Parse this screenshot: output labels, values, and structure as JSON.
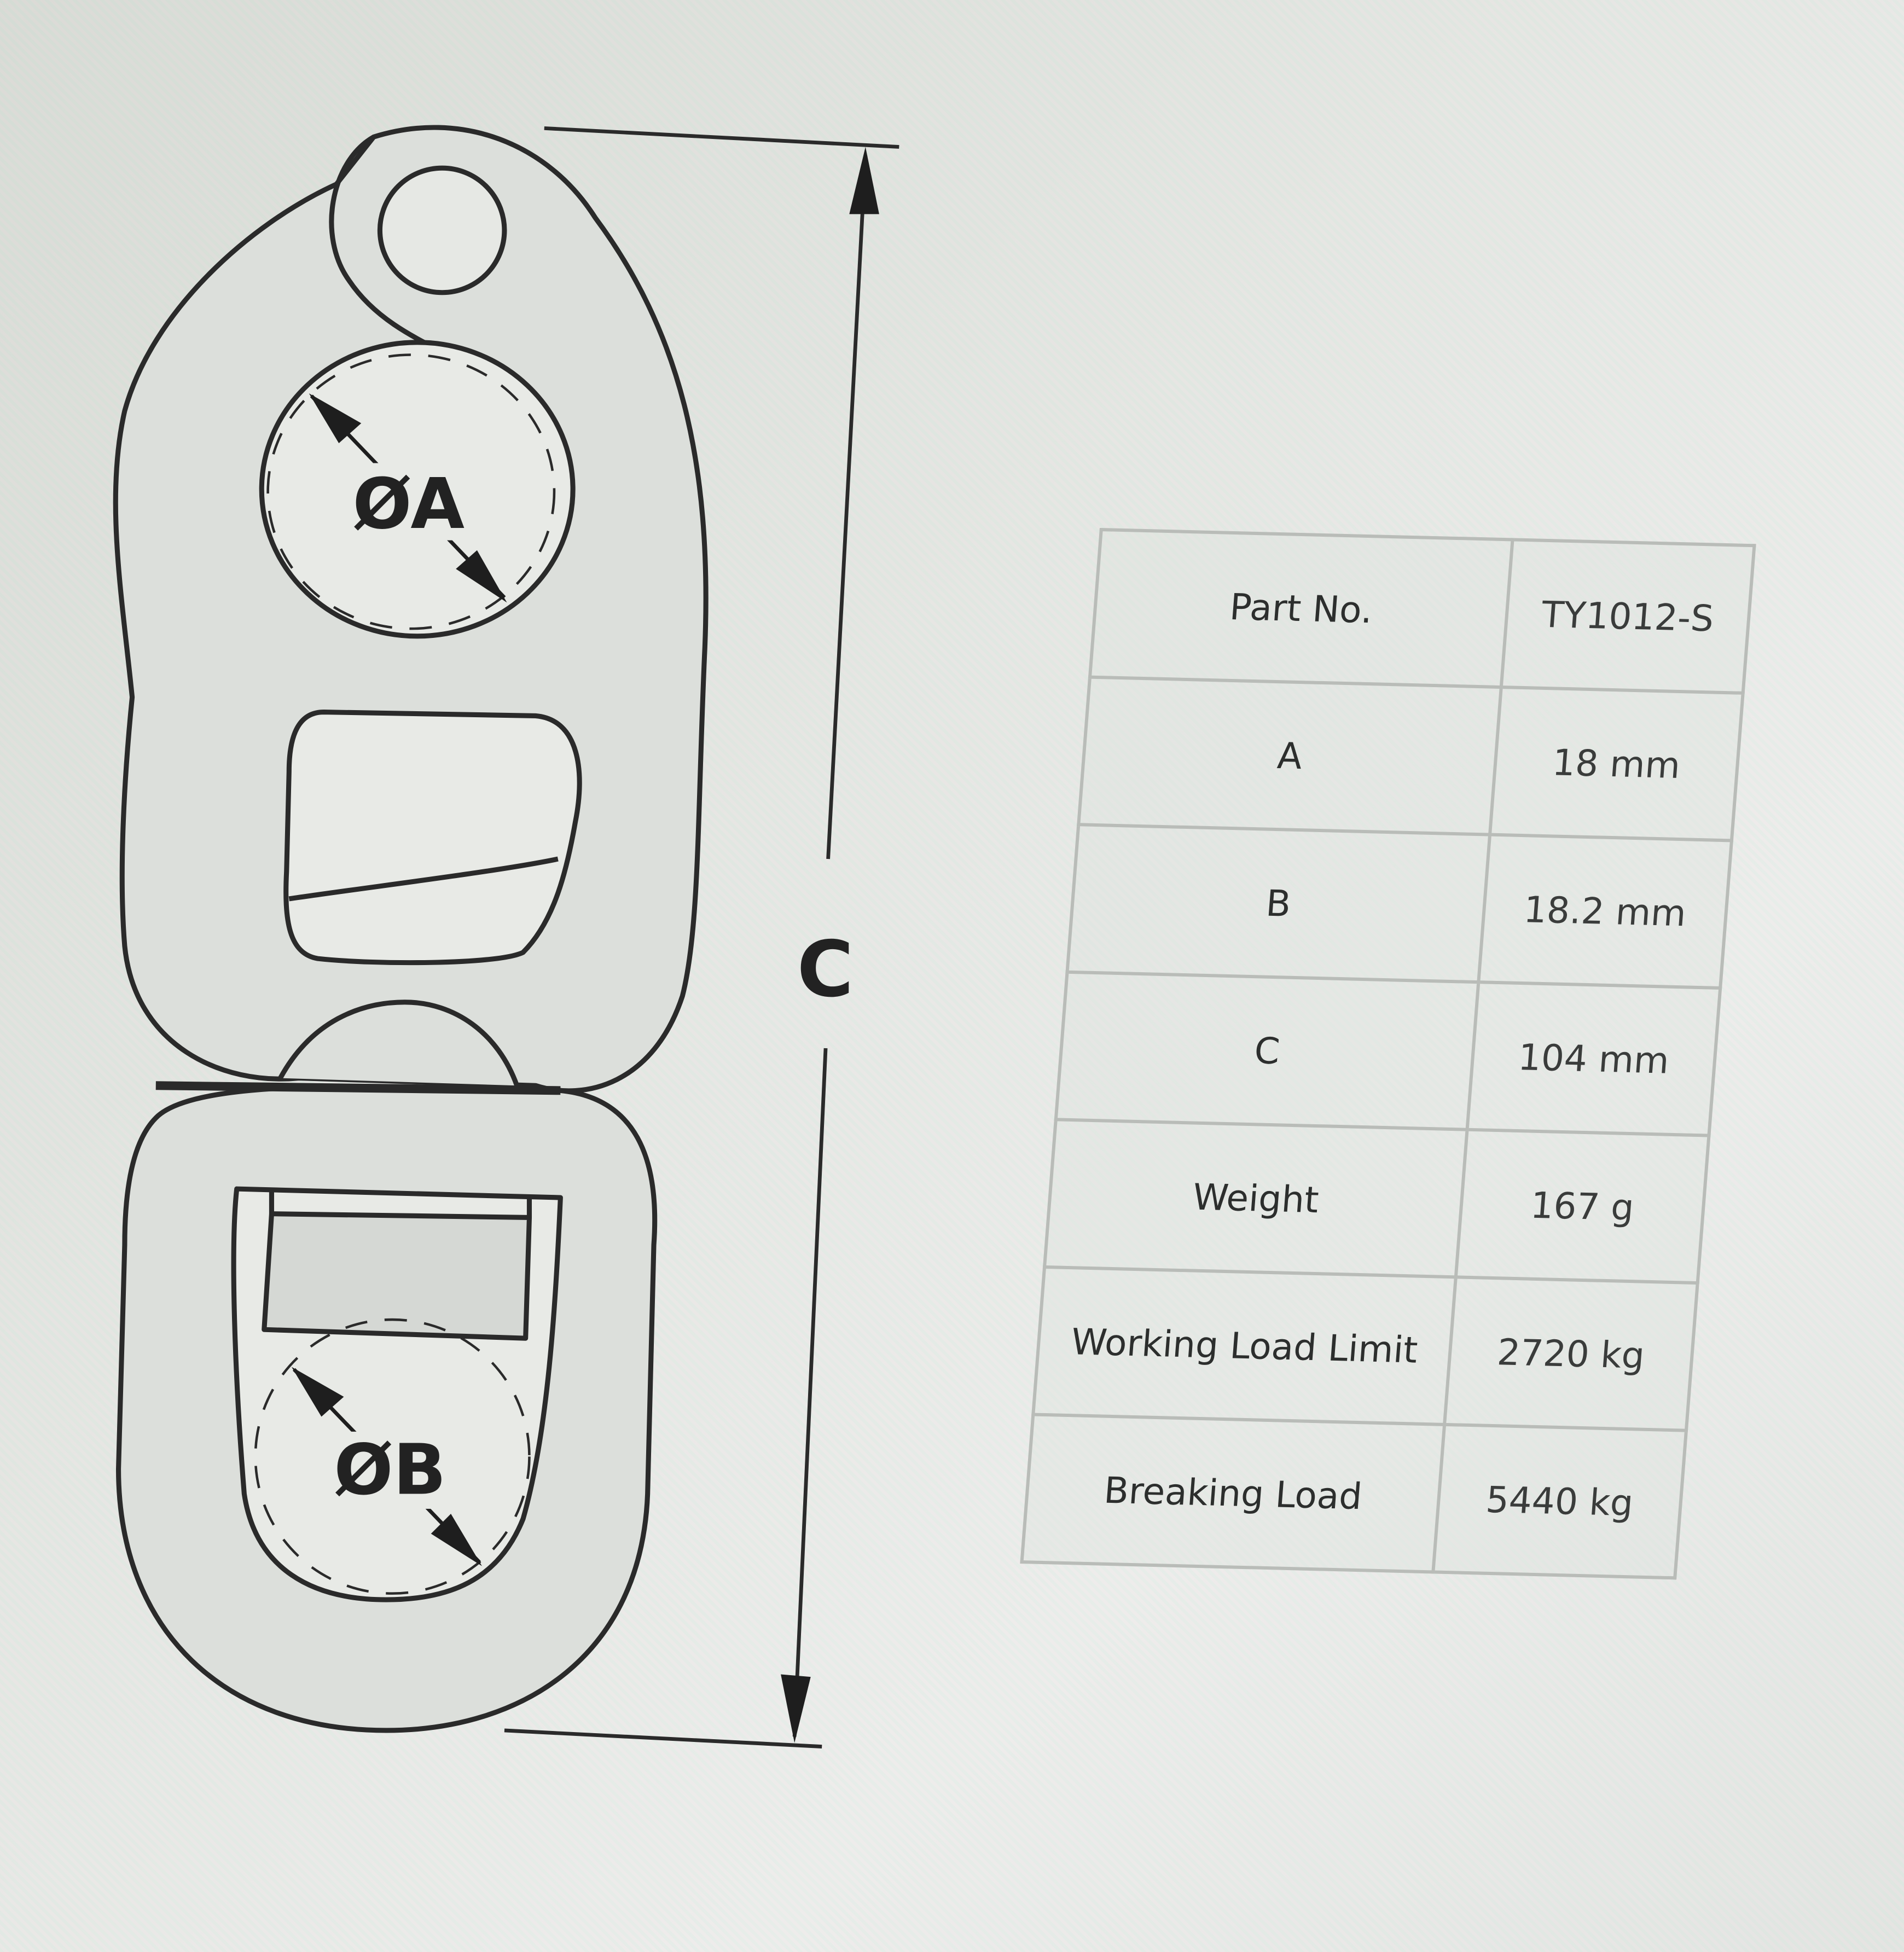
{
  "diagram": {
    "labels": {
      "a": "ØA",
      "b": "ØB",
      "c": "C"
    },
    "colors": {
      "line": "#2a2a2a",
      "fill": "#dcdfdb"
    }
  },
  "spec_table": {
    "rows": [
      {
        "label": "Part No.",
        "value": "TY1012-S"
      },
      {
        "label": "A",
        "value": "18 mm"
      },
      {
        "label": "B",
        "value": "18.2 mm"
      },
      {
        "label": "C",
        "value": "104 mm"
      },
      {
        "label": "Weight",
        "value": "167 g"
      },
      {
        "label": "Working Load Limit",
        "value": "2720 kg"
      },
      {
        "label": "Breaking Load",
        "value": "5440 kg"
      }
    ]
  }
}
